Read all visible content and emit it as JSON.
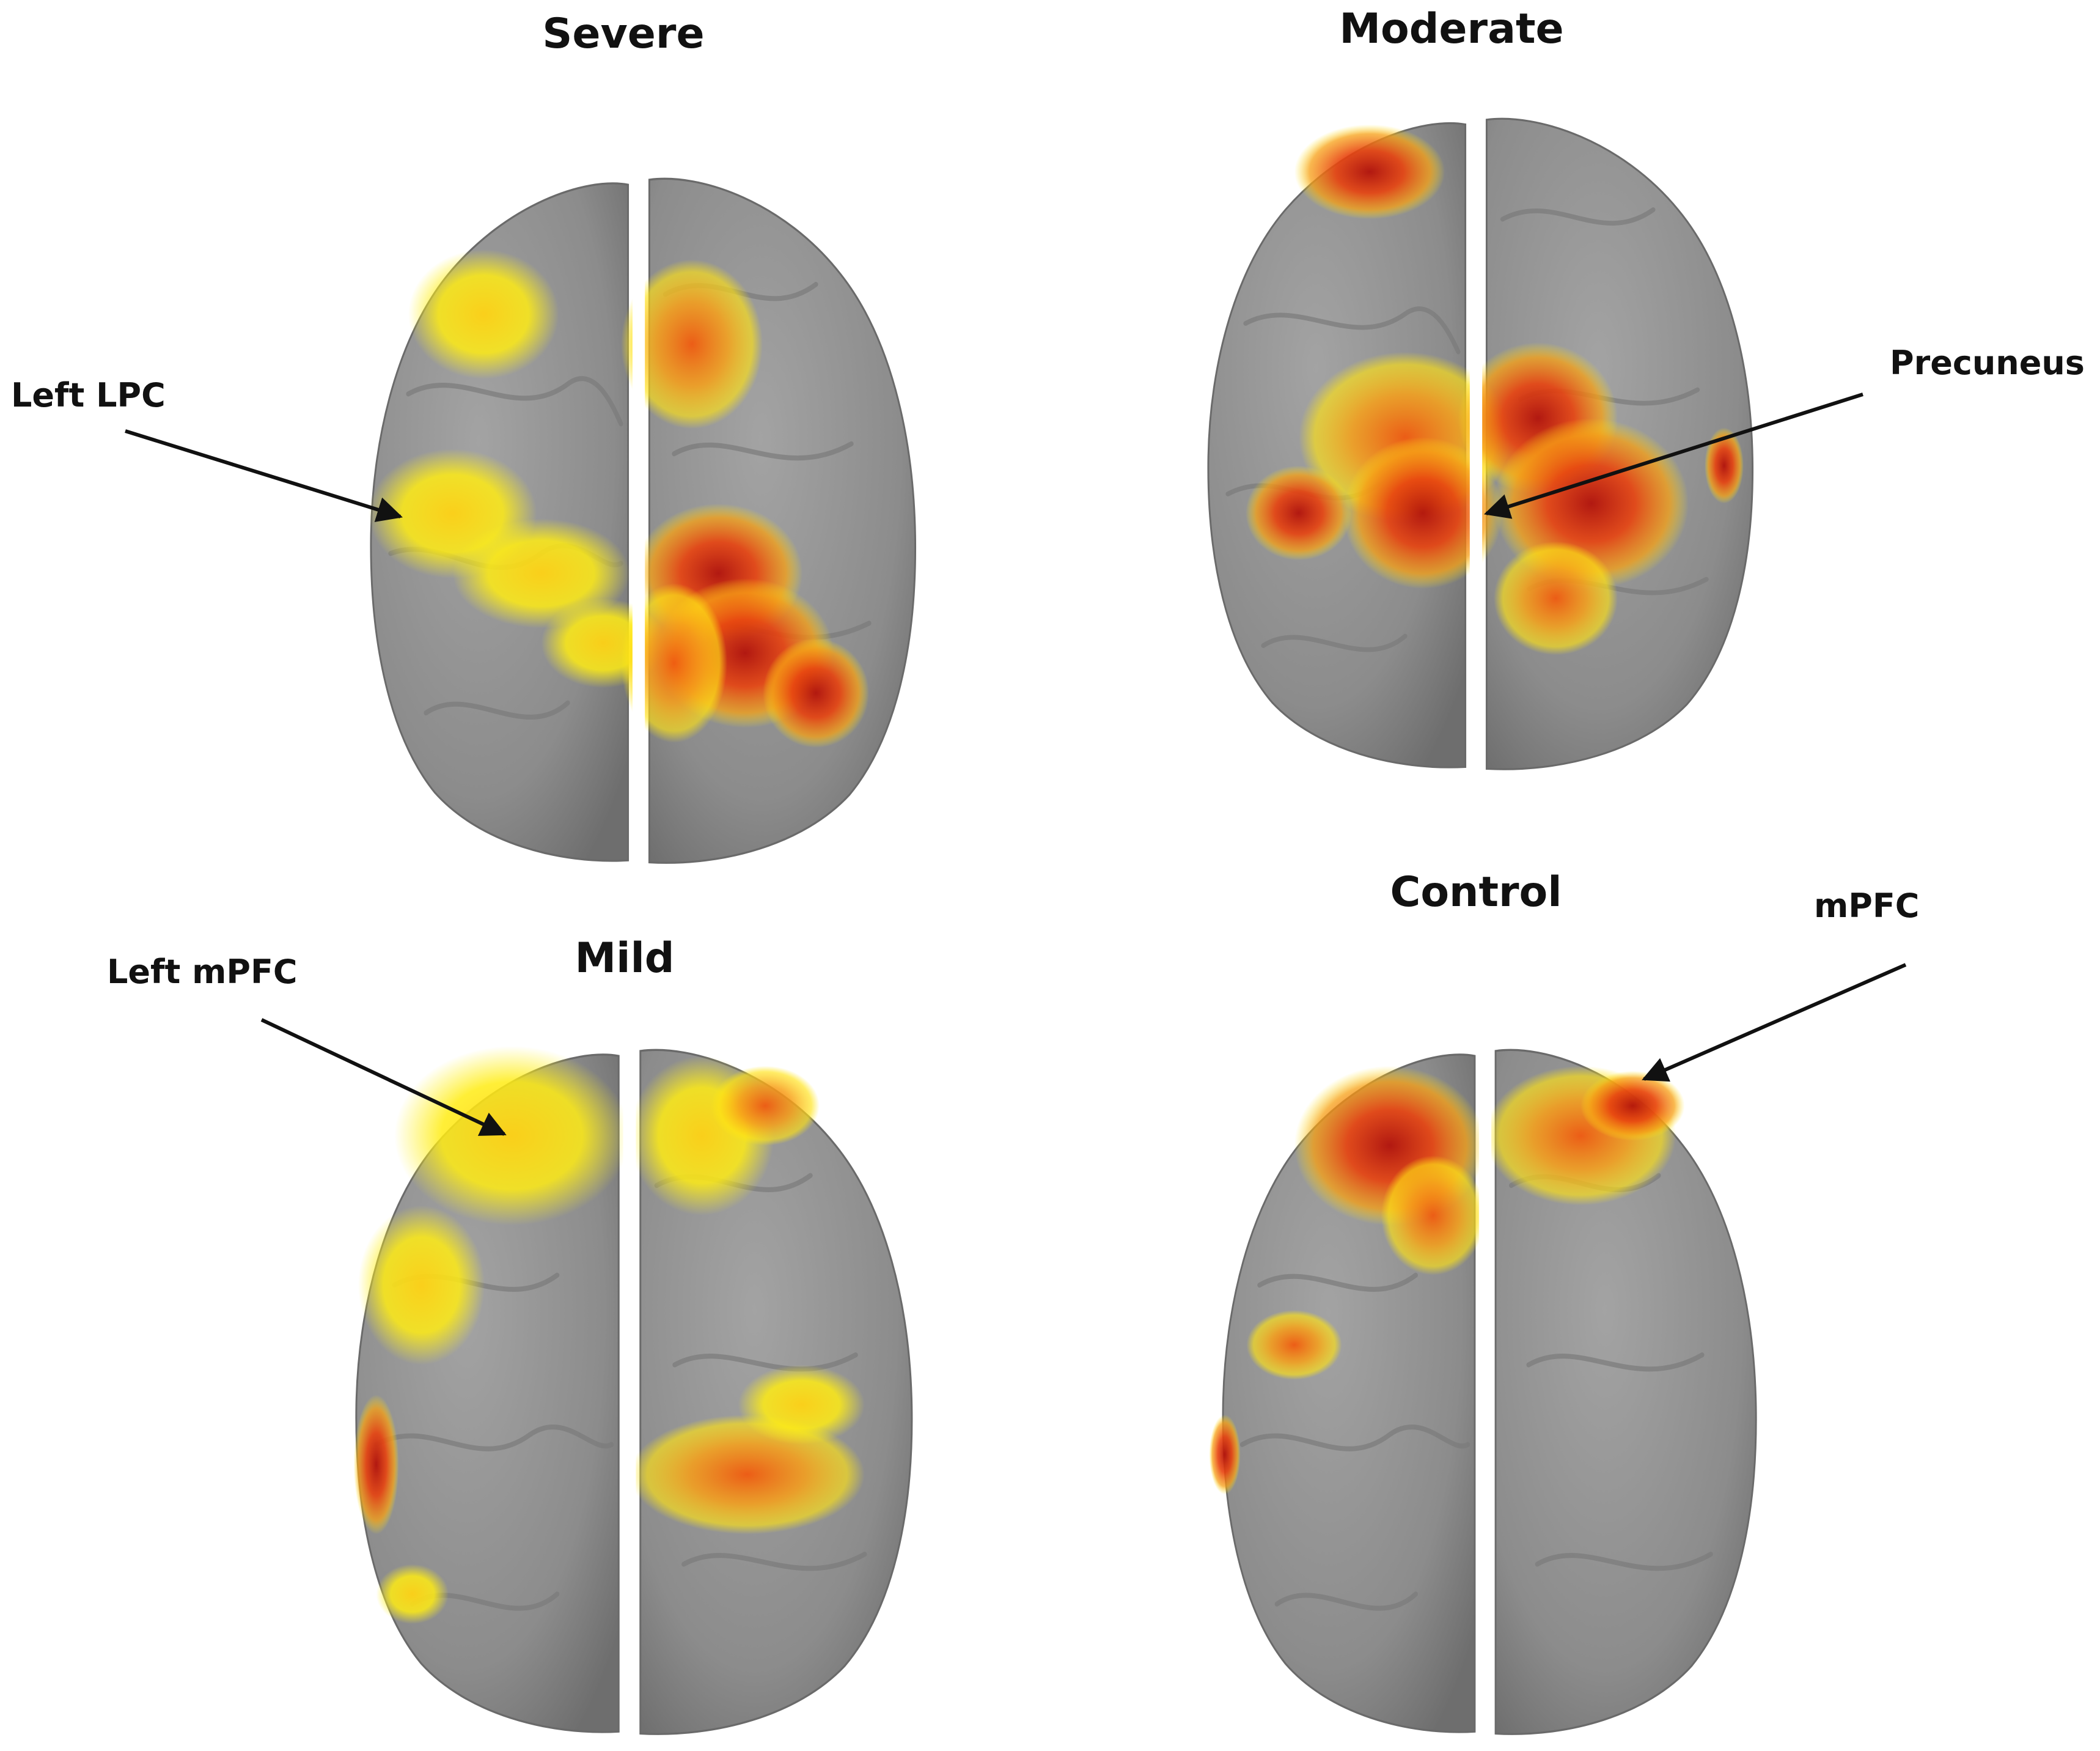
{
  "panels": [
    {
      "title": "Severe"
    },
    {
      "title": "Moderate"
    },
    {
      "title": "Mild"
    },
    {
      "title": "Control"
    }
  ],
  "callouts": [
    {
      "label": "Left LPC"
    },
    {
      "label": "Precuneus"
    },
    {
      "label": "Left mPFC"
    },
    {
      "label": "mPFC"
    }
  ],
  "colors": {
    "background": "#ffffff",
    "cortex": "#8f8f8f",
    "activation_high": "#c8180a",
    "activation_mid": "#f26a10",
    "activation_low": "#ffe812",
    "text": "#111111"
  }
}
